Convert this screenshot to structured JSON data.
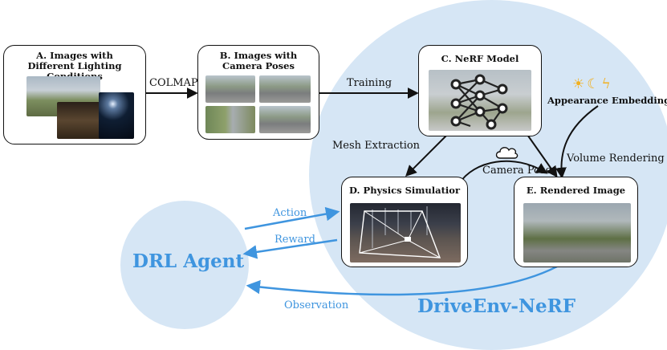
{
  "boxes": {
    "a_title": "A. Images with Different Lighting Conditions",
    "b_title": "B. Images with Camera Poses",
    "c_title": "C. NeRF Model",
    "d_title": "D. Physics Simulatior",
    "e_title": "E. Rendered Image"
  },
  "edges": {
    "colmap": "COLMAP",
    "training": "Training",
    "mesh_extraction": "Mesh Extraction",
    "camera_pose": "Camera Pose",
    "volume_rendering": "Volume Rendering",
    "appearance_embedding": "Appearance Embedding",
    "action": "Action",
    "reward": "Reward",
    "observation": "Observation"
  },
  "agent_label": "DRL Agent",
  "env_label": "DriveEnv-NeRF",
  "appearance_icons": [
    "sun-icon",
    "moon-icon",
    "lightning-icon"
  ],
  "colors": {
    "accent_blue": "#3f95df",
    "circle_fill": "#d6e6f5",
    "ink": "#111111"
  }
}
